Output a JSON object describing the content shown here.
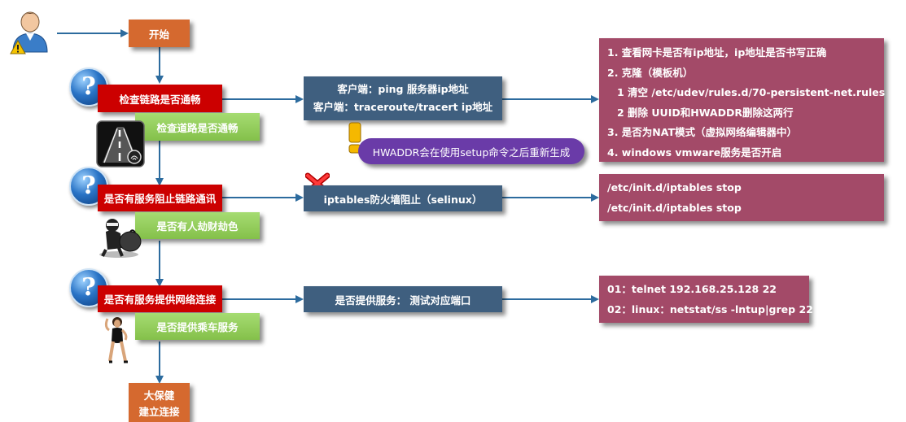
{
  "start": "开始",
  "step1": {
    "question": "检查链路是否通畅",
    "analogy": "检查道路是否通畅"
  },
  "step2": {
    "question": "是否有服务阻止链路通讯",
    "analogy": "是否有人劫财劫色"
  },
  "step3": {
    "question": "是否有服务提供网络连接",
    "analogy": "是否提供乘车服务"
  },
  "end": {
    "line1": "大保健",
    "line2": "建立连接"
  },
  "check1": {
    "line1": "客户端：ping 服务器ip地址",
    "line2": "客户端：traceroute/tracert ip地址"
  },
  "note_hwaddr": "HWADDR会在使用setup命令之后重新生成",
  "check2": "iptables防火墙阻止（selinux）",
  "check3": "是否提供服务：  测试对应端口",
  "detail1": [
    "1. 查看网卡是否有ip地址，ip地址是否书写正确",
    "2. 克隆（模板机）",
    "1 清空 /etc/udev/rules.d/70-persistent-net.rules",
    "2 删除 UUID和HWADDR删除这两行",
    "3. 是否为NAT模式（虚拟网络编辑器中）",
    "4. windows vmware服务是否开启"
  ],
  "detail2": [
    "/etc/init.d/iptables stop",
    "/etc/init.d/iptables stop"
  ],
  "detail3": [
    "01：telnet 192.168.25.128 22",
    "02：linux：netstat/ss -lntup|grep 22"
  ],
  "icons": {
    "user": "user-warning-icon",
    "question": "question-icon",
    "road": "road-icon",
    "warning": "exclamation-icon",
    "error": "red-x-icon",
    "robber": "robber-icon",
    "woman": "woman-figure-icon"
  },
  "colors": {
    "orange": "#d5692f",
    "red": "#cc0000",
    "green": "#92cf5a",
    "slate": "#3f5f7f",
    "maroon": "#a34a68",
    "purple": "#6a3ba8",
    "arrow": "#2c6b9e"
  }
}
